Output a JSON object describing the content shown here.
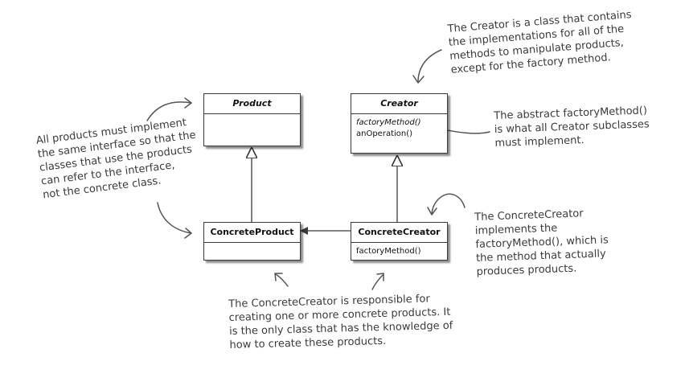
{
  "classes": {
    "product": {
      "name": "Product"
    },
    "creator": {
      "name": "Creator",
      "methods": [
        "factoryMethod()",
        "anOperation()"
      ]
    },
    "concrete_product": {
      "name": "ConcreteProduct"
    },
    "concrete_creator": {
      "name": "ConcreteCreator",
      "methods": [
        "factoryMethod()"
      ]
    }
  },
  "notes": {
    "creator": [
      "The Creator is a class that contains",
      "the implementations for all of the",
      "methods to manipulate products,",
      "except for the factory method."
    ],
    "factory_method": [
      "The abstract factoryMethod()",
      "is what all Creator subclasses",
      "must implement."
    ],
    "products": [
      "All products must implement",
      "the same interface so that the",
      "classes that use the products",
      "can refer to the interface,",
      "not the concrete class."
    ],
    "concrete_creator": [
      "The ConcreteCreator",
      "implements the",
      "factoryMethod(), which is",
      "the method that actually",
      "produces products."
    ],
    "concrete_creator_responsibility": [
      "The ConcreteCreator is responsible for",
      "creating one or more concrete products. It",
      "is the only class that has the knowledge of",
      "how to create these products."
    ]
  },
  "colors": {
    "line": "#3a3a3a",
    "handwriting": "#3b3b3b"
  }
}
